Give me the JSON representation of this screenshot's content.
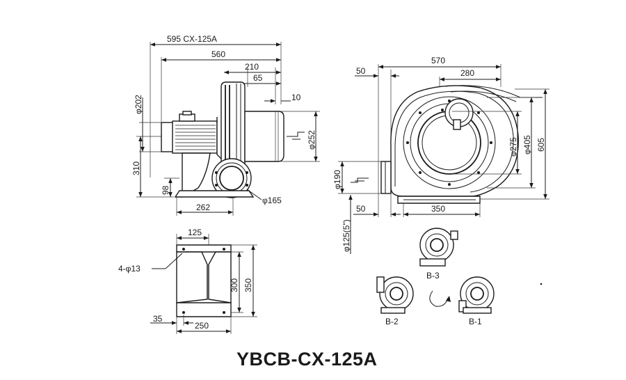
{
  "title": "YBCB-CX-125A",
  "side_view": {
    "dim_overall": "595  CX-125A",
    "dim_560": "560",
    "dim_210": "210",
    "dim_65": "65",
    "dim_10": "10",
    "dim_phi202": "φ202",
    "dim_phi252": "φ252",
    "dim_310": "310",
    "dim_98": "98",
    "dim_262": "262",
    "dim_phi165": "φ165"
  },
  "front_view": {
    "dim_570": "570",
    "dim_280": "280",
    "dim_50_top": "50",
    "dim_phi275": "φ275",
    "dim_phi405": "φ405",
    "dim_605": "605",
    "dim_phi190": "φ190",
    "dim_50_bottom": "50",
    "dim_350": "350",
    "dim_phi125": "φ125(5\")"
  },
  "base_view": {
    "dim_125": "125",
    "dim_holes": "4-φ13",
    "dim_300": "300",
    "dim_350": "350",
    "dim_35": "35",
    "dim_250": "250"
  },
  "orientations": {
    "b1": "B-1",
    "b2": "B-2",
    "b3": "B-3"
  }
}
